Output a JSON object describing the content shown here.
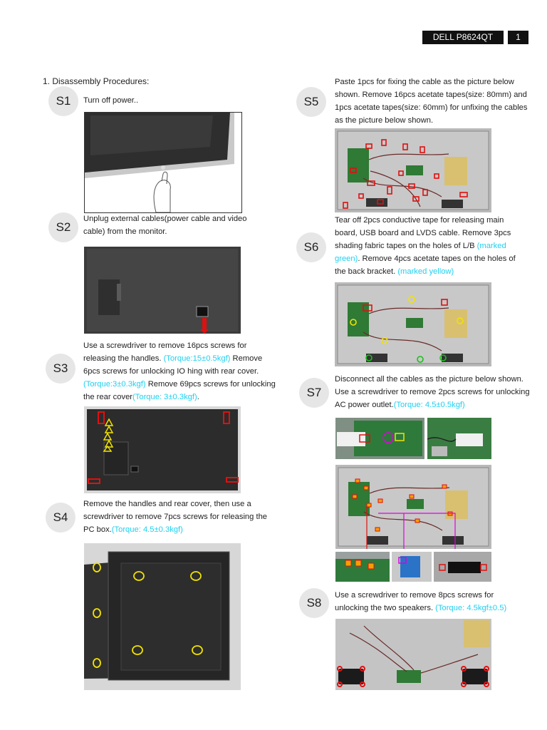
{
  "header": {
    "model": "DELL P8624QT",
    "page": "1"
  },
  "procedure_title": "1.  Disassembly Procedures:",
  "steps": {
    "s1": {
      "label": "S1",
      "text": "Turn off power.."
    },
    "s2": {
      "label": "S2",
      "text": "Unplug external cables(power cable and video cable) from the monitor."
    },
    "s3": {
      "label": "S3",
      "t1": "Use a screwdriver to remove 16pcs screws for releasing the handles. ",
      "h1": "(Torque:15±0.5kgf)",
      "t2": " Remove 6pcs screws for unlocking IO hing with rear cover. ",
      "h2": "(Torque:3±0.3kgf)",
      "t3": " Remove 69pcs screws for unlocking the rear cover",
      "h3": "(Torque: 3±0.3kgf)",
      "t4": "."
    },
    "s4": {
      "label": "S4",
      "t1": "Remove the handles and rear cover, then use a screwdriver to remove 7pcs screws for releasing the PC box.",
      "h1": "(Torque: 4.5±0.3kgf)"
    },
    "s5": {
      "label": "S5",
      "text": "Paste 1pcs  for fixing the cable as the picture below shown. Remove 16pcs acetate tapes(size: 80mm) and 1pcs acetate tapes(size: 60mm) for unfixing the cables as the picture below shown."
    },
    "s6": {
      "label": "S6",
      "t1": "Tear off 2pcs conductive tape for releasing main board, USB board and LVDS cable. Remove 3pcs shading fabric tapes on the holes of L/B ",
      "h1": "(marked green)",
      "t2": ". Remove 4pcs acetate tapes on the holes of the back bracket. ",
      "h2": "(marked yellow)"
    },
    "s7": {
      "label": "S7",
      "t1": "Disconnect all the cables as the picture below shown. Use a screwdriver to remove 2pcs screws for unlocking AC power outlet.",
      "h1": "(Torque: 4.5±0.5kgf)"
    },
    "s8": {
      "label": "S8",
      "t1": "Use a screwdriver to remove 8pcs screws for unlocking the two speakers. ",
      "h1": "(Torque: 4.5kgf±0.5)"
    }
  },
  "colors": {
    "highlight": "#1fd0f0",
    "badge": "#e6e6e6",
    "header_bg": "#111111"
  }
}
